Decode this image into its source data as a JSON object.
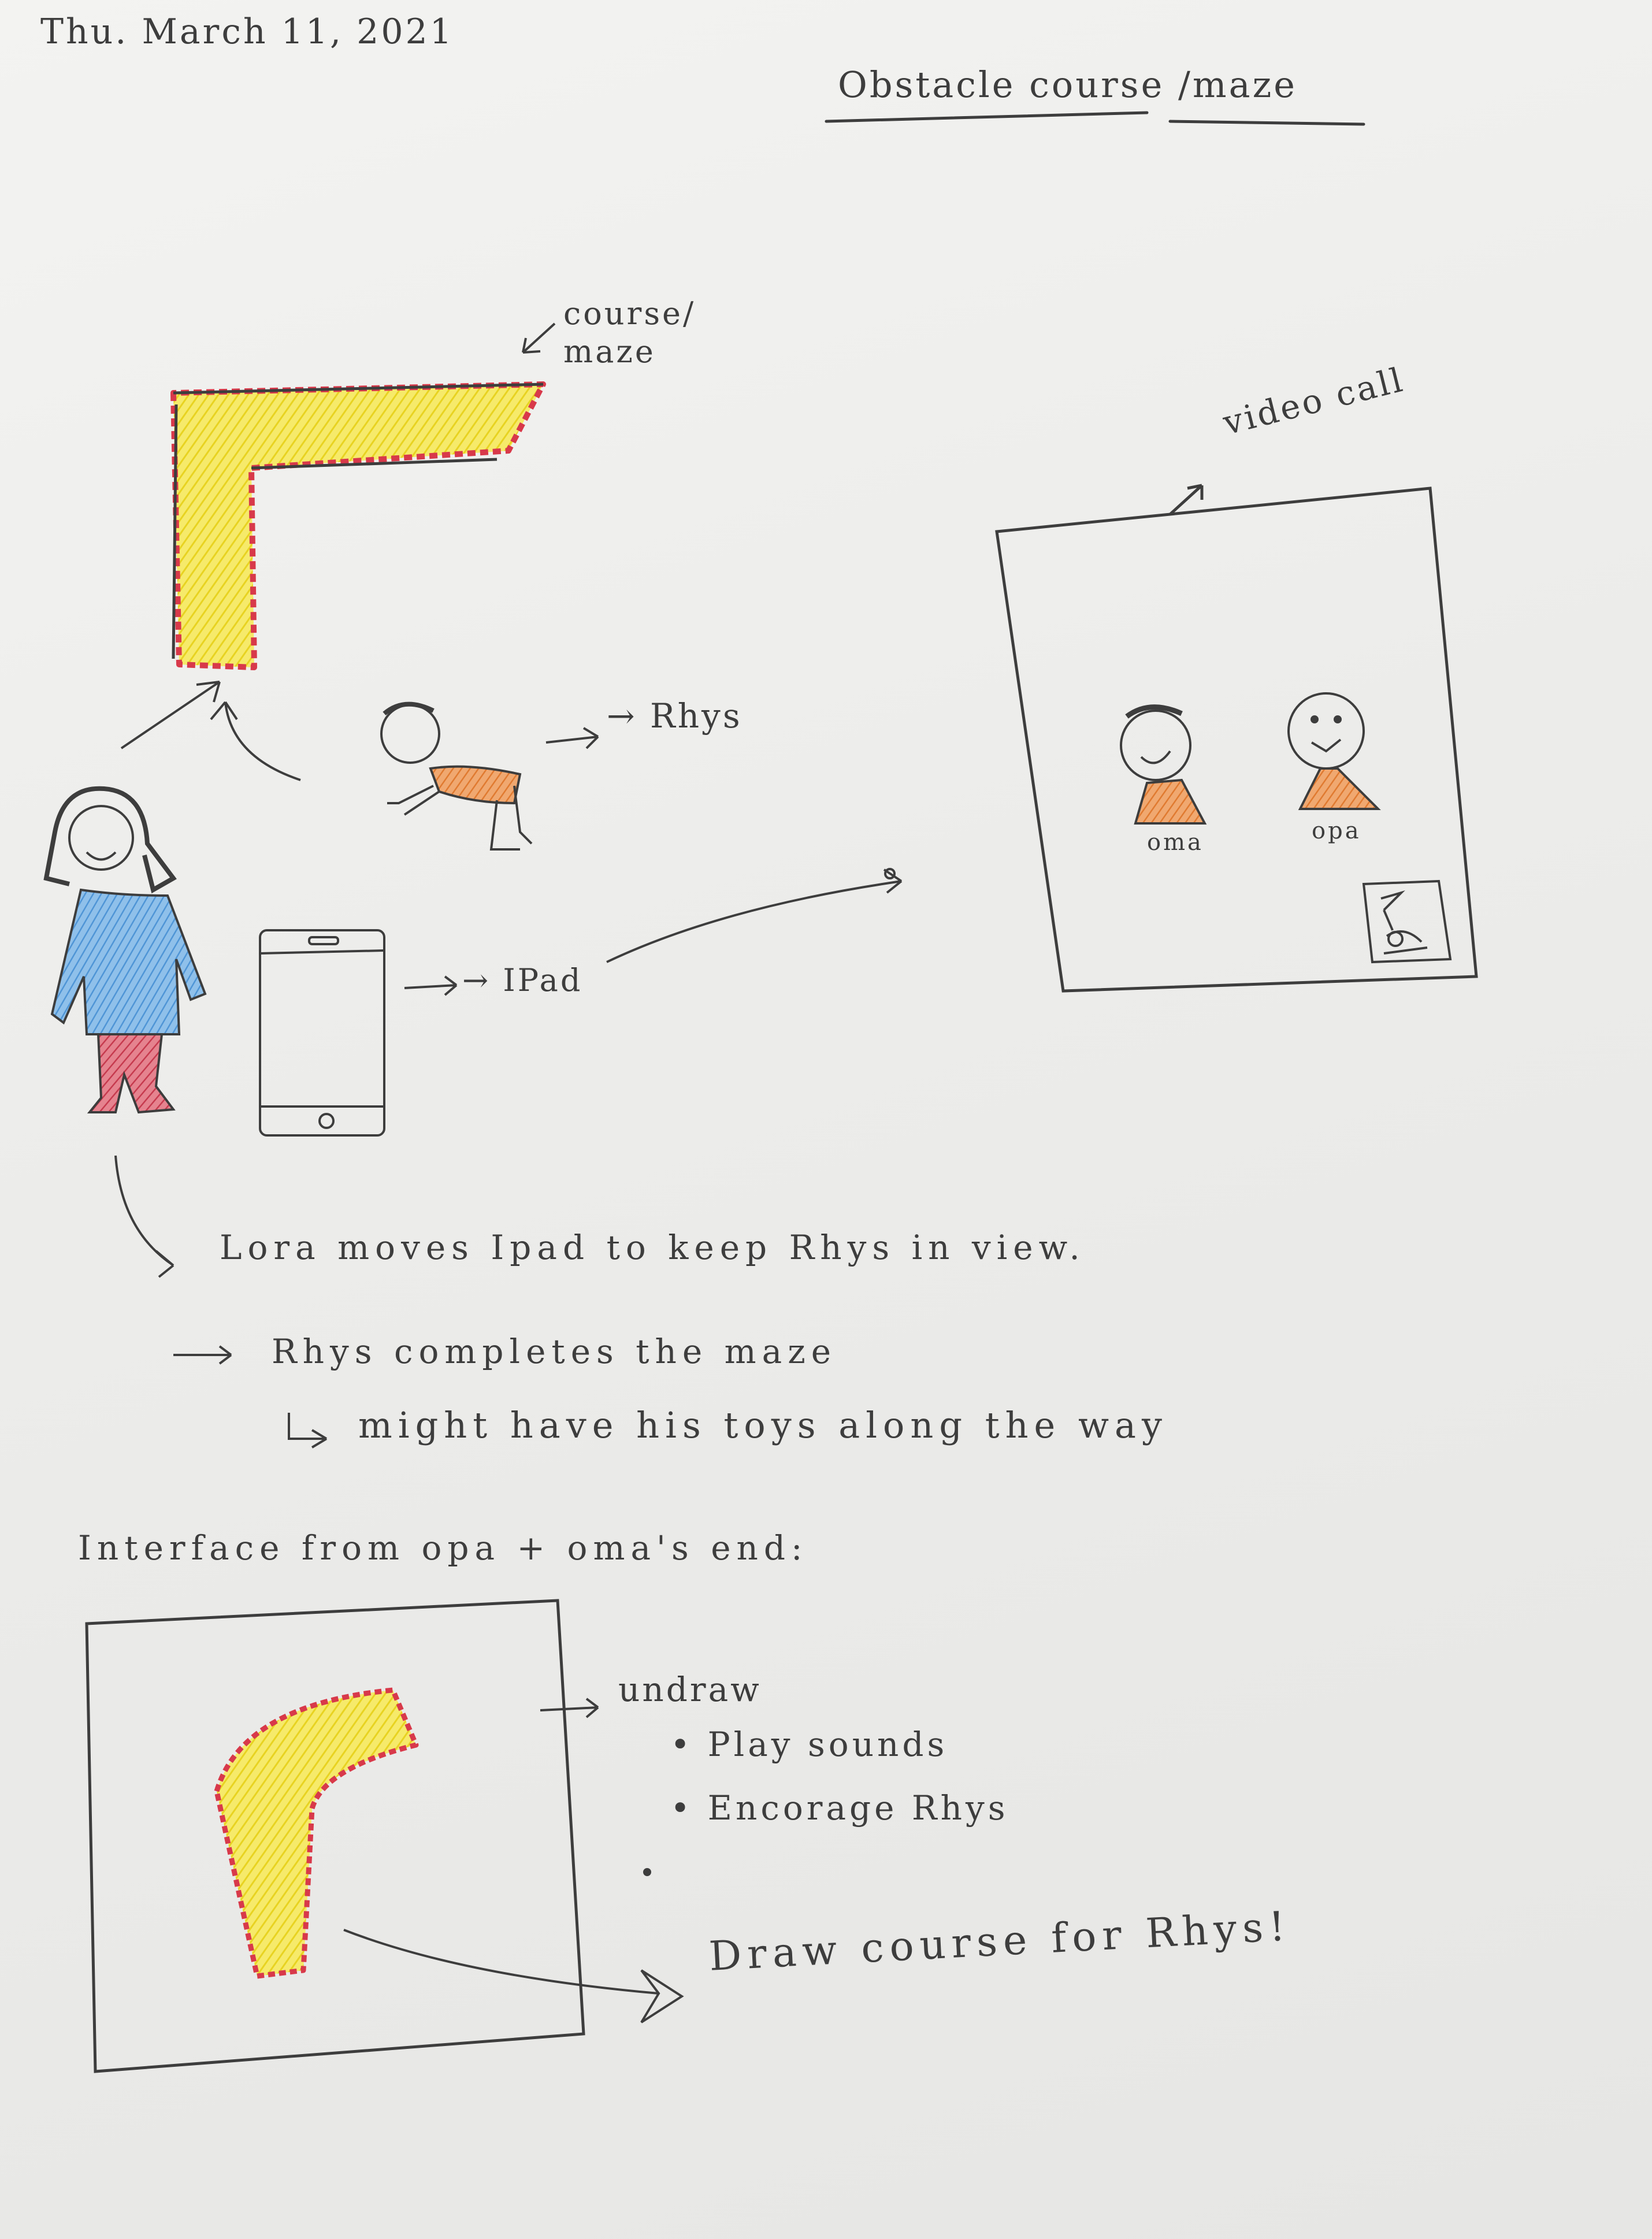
{
  "note": {
    "date": "Thu. March 11, 2021",
    "title": "Obstacle course /maze",
    "label_course": "course/ maze",
    "label_video_call": "video call",
    "label_rhys": "→ Rhys",
    "label_ipad": "→ IPad",
    "label_oma": "oma",
    "label_opa": "opa",
    "line1": "Lora moves Ipad to keep Rhys in view.",
    "line2": "Rhys completes the maze",
    "line3": "might have his toys along the way",
    "interface_heading": "Interface from opa + oma's end:",
    "bullet_undraw": "undraw",
    "bullet_play_sounds": "• Play sounds",
    "bullet_encourage": "• Encorage Rhys",
    "draw_course": "Draw course for Rhys!"
  },
  "colors": {
    "paper": "#efefed",
    "pencil": "#3d3d3d",
    "course_fill": "#f4e441",
    "course_edge": "#d8394a",
    "shirt": "#5aa1dd",
    "pants": "#c63a4e",
    "rhys_shirt": "#c9743c",
    "grandparent_shirt": "#e0823b"
  }
}
